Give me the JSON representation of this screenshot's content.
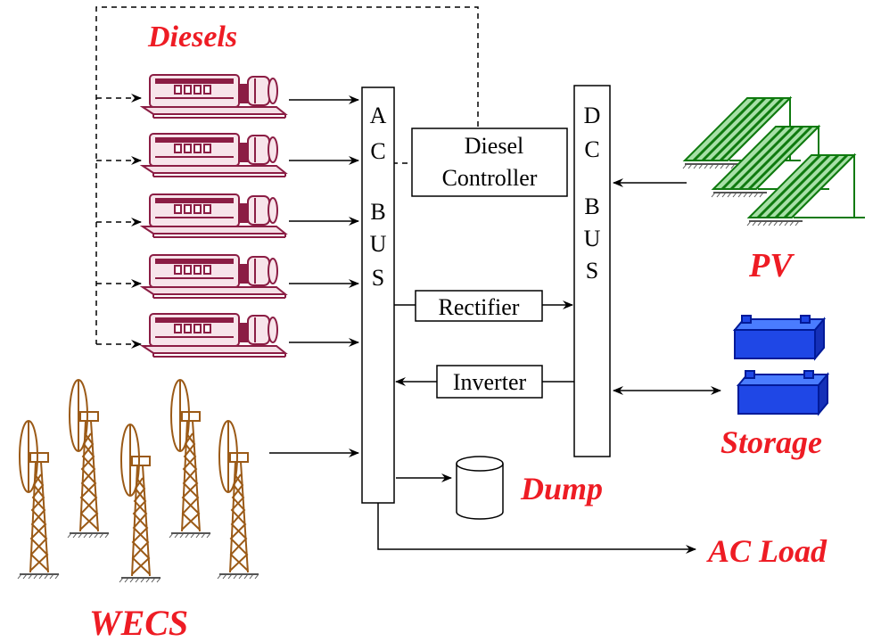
{
  "labels": {
    "diesels": "Diesels",
    "pv": "PV",
    "storage": "Storage",
    "dump": "Dump",
    "ac_load": "AC Load",
    "wecs": "WECS"
  },
  "ac_bus": {
    "letters": [
      "A",
      "C",
      "B",
      "U",
      "S"
    ]
  },
  "dc_bus": {
    "letters": [
      "D",
      "C",
      "B",
      "U",
      "S"
    ]
  },
  "boxes": {
    "diesel_controller": [
      "Diesel",
      "Controller"
    ],
    "rectifier": "Rectifier",
    "inverter": "Inverter"
  },
  "colors": {
    "label_red": "#ee1c24",
    "diesel_maroon": "#8b1d44",
    "pv_green": "#1a9a1a",
    "storage_blue": "#1f47e6",
    "wecs_brown": "#9b5a17",
    "line_black": "#000000"
  }
}
